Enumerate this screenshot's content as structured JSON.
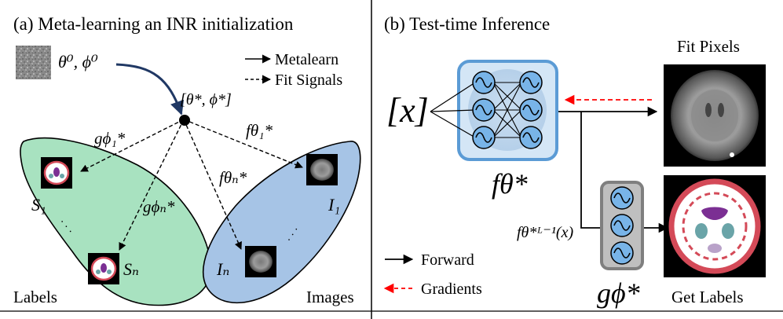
{
  "panel_a": {
    "title": "(a) Meta-learning an INR initialization",
    "init_params": "θ⁰, ϕ⁰",
    "meta_params": "[θ*, ϕ*]",
    "legend": {
      "solid": "Metalearn",
      "dashed": "Fit Signals"
    },
    "edges": {
      "g_phi1": "gϕ₁*",
      "g_phin": "gϕₙ*",
      "f_theta1": "fθ₁*",
      "f_thetan": "fθₙ*"
    },
    "labels_region": {
      "caption": "Labels",
      "top_item": "S₁",
      "bottom_item": "Sₙ",
      "ellipsis": "· · ·"
    },
    "images_region": {
      "caption": "Images",
      "top_item": "I₁",
      "bottom_item": "Iₙ",
      "ellipsis": "· · ·"
    }
  },
  "panel_b": {
    "title": "(b) Test-time Inference",
    "input": "[x]",
    "f_net": "fθ*",
    "g_net": "gϕ*",
    "features": "fθ*ᴸ⁻¹(x)",
    "fit_pixels": "Fit Pixels",
    "get_labels": "Get Labels",
    "legend": {
      "forward": "Forward",
      "gradients": "Gradients"
    }
  },
  "colors": {
    "labels_fill": "#a8e2c0",
    "images_fill": "#a6c4e6",
    "neuron_fill": "#78b4e8",
    "f_box_border": "#5b9bd5",
    "f_box_fill": "#d4e6f6",
    "g_box_border": "#7f7f7f",
    "g_box_fill": "#bfbfbf",
    "meta_arrow": "#203864",
    "gradient_arrow": "#ff0000",
    "segmentation_red": "#d44a58",
    "segmentation_purple": "#7b2f93",
    "segmentation_teal": "#6aa4a8"
  }
}
